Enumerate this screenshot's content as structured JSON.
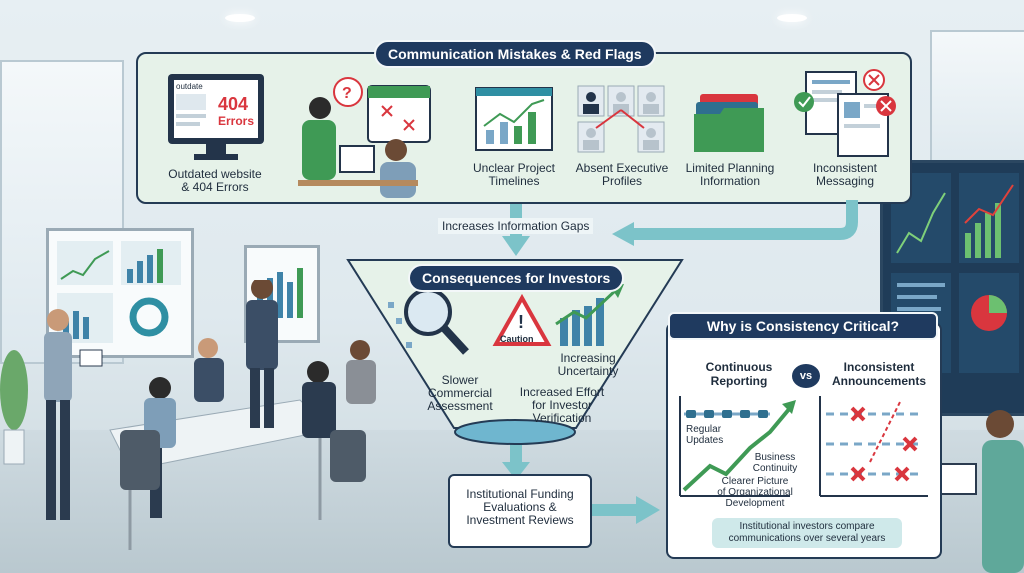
{
  "top": {
    "title": "Communication Mistakes & Red Flags",
    "monitor_small": "outdate",
    "monitor_error": "404",
    "monitor_error_word": "Errors",
    "items": [
      {
        "label_line1": "Outdated website",
        "label_line2": "& 404 Errors"
      },
      {
        "label_line1": "Unclear Project",
        "label_line2": "Timelines"
      },
      {
        "label_line1": "Absent Executive",
        "label_line2": "Profiles"
      },
      {
        "label_line1": "Limited Planning",
        "label_line2": "Information"
      },
      {
        "label_line1": "Inconsistent",
        "label_line2": "Messaging"
      }
    ]
  },
  "link_gap": "Increases Information Gaps",
  "funnel": {
    "title": "Consequences for Investors",
    "caution": "Caution",
    "slower_l1": "Slower",
    "slower_l2": "Commercial",
    "slower_l3": "Assessment",
    "uncertainty_l1": "Increasing",
    "uncertainty_l2": "Uncertainty",
    "effort_l1": "Increased Effort",
    "effort_l2": "for Investor",
    "effort_l3": "Verification"
  },
  "funding": {
    "l1": "Institutional Funding",
    "l2": "Evaluations &",
    "l3": "Investment Reviews"
  },
  "why": {
    "title": "Why is Consistency Critical?",
    "left_l1": "Continuous",
    "left_l2": "Reporting",
    "vs": "vs",
    "right_l1": "Inconsistent",
    "right_l2": "Announcements",
    "regular_l1": "Regular",
    "regular_l2": "Updates",
    "business_l1": "Business",
    "business_l2": "Continuity",
    "clearer_l1": "Clearer Picture",
    "clearer_l2": "of Organizational",
    "clearer_l3": "Development",
    "footer_l1": "Institutional investors compare",
    "footer_l2": "communications over several years"
  },
  "colors": {
    "navy": "#1f3a5f",
    "mint": "#e6f2e9",
    "green": "#3f9a55",
    "red": "#d9363e",
    "teal": "#2f8fa3"
  }
}
